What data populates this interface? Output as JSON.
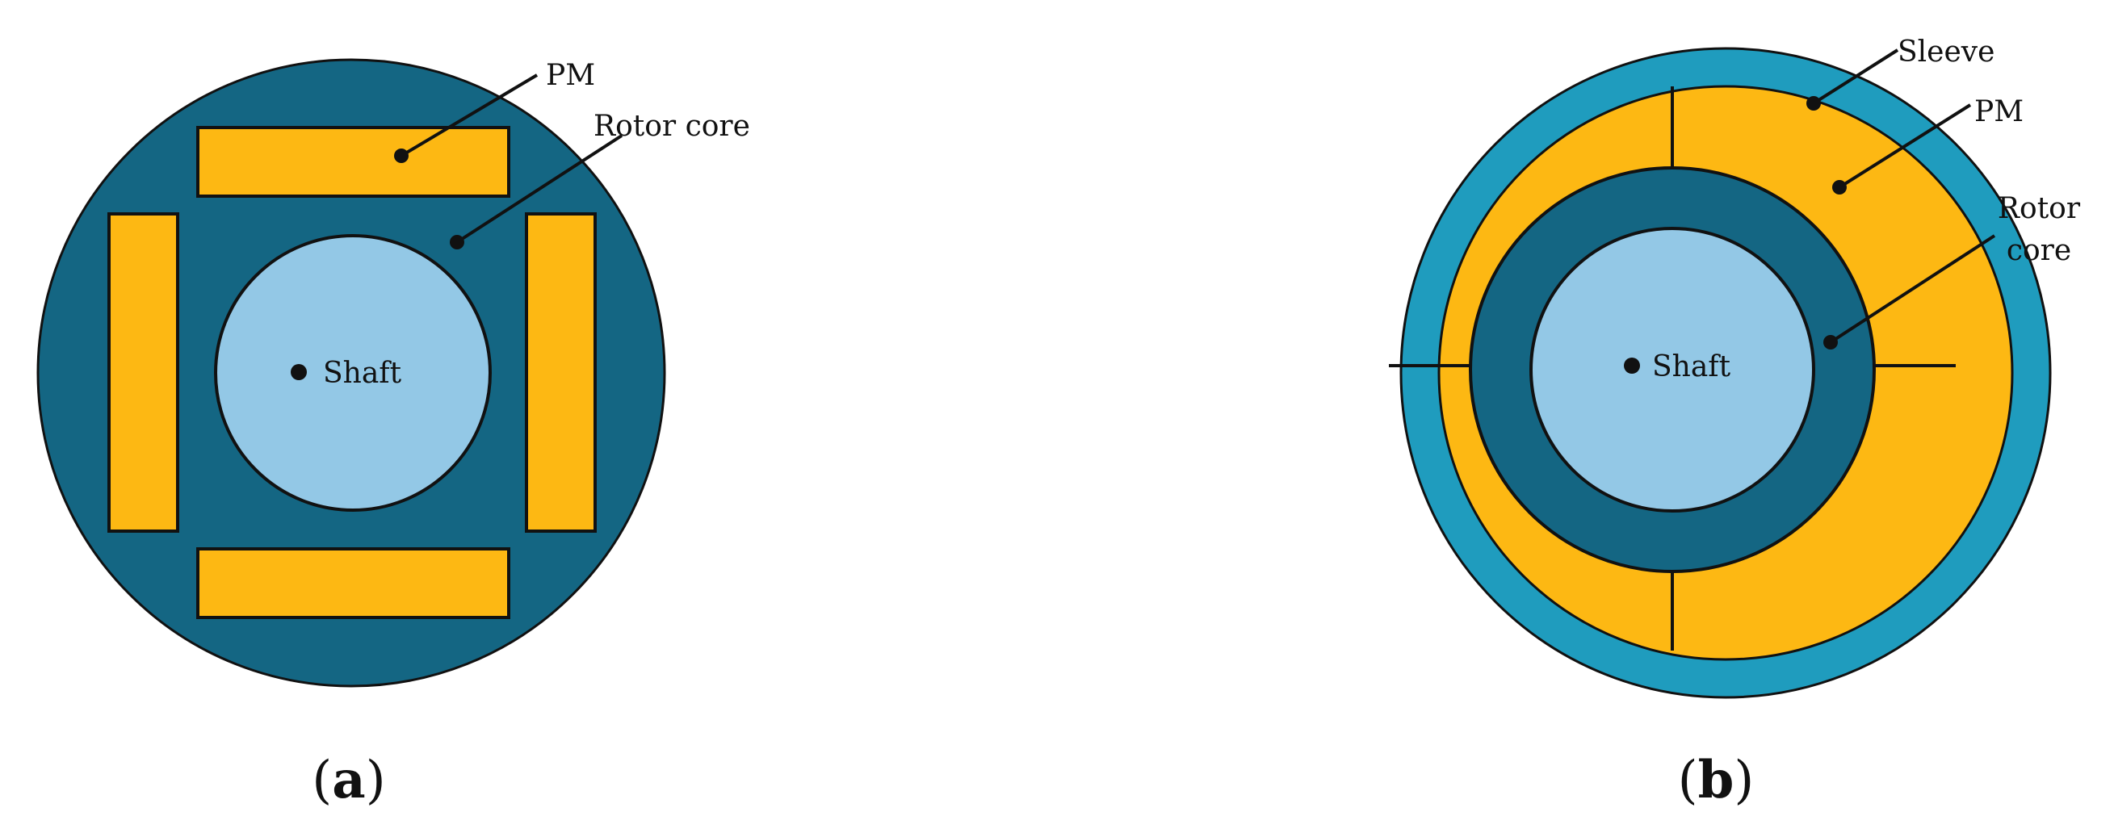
{
  "colors": {
    "rotor_core": "#146683",
    "pm": "#FDB813",
    "shaft": "#93C8E6",
    "sleeve": "#1F9CBE",
    "outline": "#111111",
    "background": "#FFFFFF"
  },
  "panel_a": {
    "labels": {
      "pm": "PM",
      "rotor_core": "Rotor core",
      "shaft": "Shaft"
    },
    "caption": {
      "open": "(",
      "letter": "a",
      "close": ")"
    }
  },
  "panel_b": {
    "labels": {
      "sleeve": "Sleeve",
      "pm": "PM",
      "rotor_core_line1": "Rotor",
      "rotor_core_line2": "core",
      "shaft": "Shaft"
    },
    "caption": {
      "open": "(",
      "letter": "b",
      "close": ")"
    }
  }
}
